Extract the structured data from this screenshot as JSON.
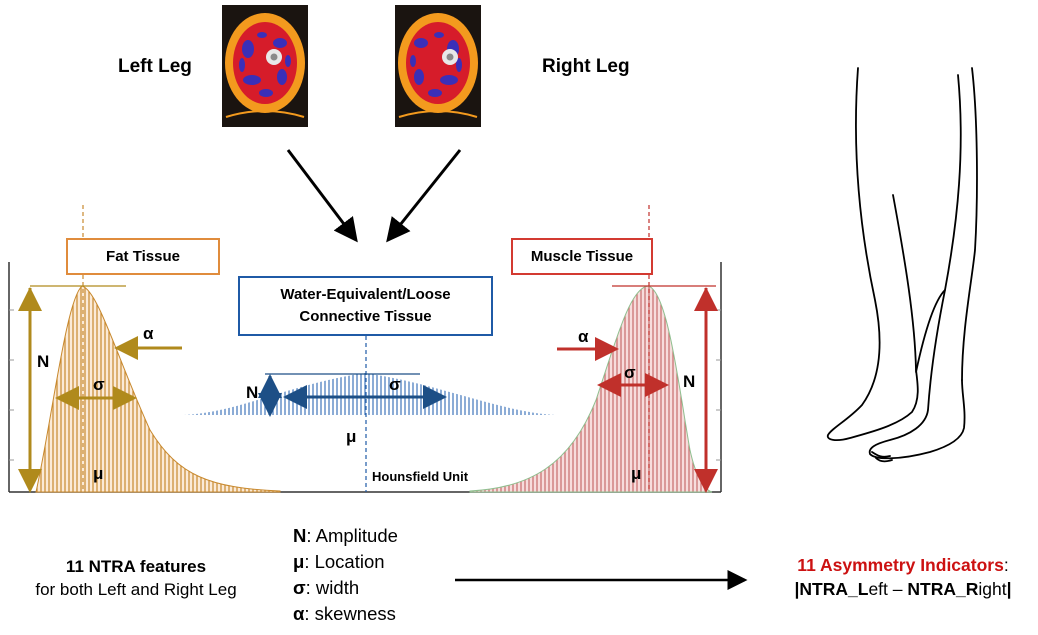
{
  "scans": {
    "left_label": "Left Leg",
    "right_label": "Right Leg"
  },
  "boxes": {
    "fat": "Fat Tissue",
    "water_line1": "Water-Equivalent/Loose",
    "water_line2": "Connective Tissue",
    "muscle": "Muscle Tissue"
  },
  "fat_curve": {
    "n": "N",
    "sigma": "σ",
    "alpha": "α",
    "mu": "μ"
  },
  "water_curve": {
    "n": "N",
    "sigma": "σ",
    "mu": "μ"
  },
  "muscle_curve": {
    "n": "N",
    "sigma": "σ",
    "alpha": "α",
    "mu": "μ"
  },
  "axis_label": "Hounsfield Unit",
  "legend": [
    {
      "symbol": "N",
      "text": ": Amplitude"
    },
    {
      "symbol": "μ",
      "text": ": Location"
    },
    {
      "symbol": "σ",
      "text": ": width"
    },
    {
      "symbol": "α",
      "text": ": skewness"
    }
  ],
  "features": {
    "title": "11 NTRA features",
    "subtitle": "for both Left and Right Leg"
  },
  "indicators": {
    "title": "11 Asymmetry Indicators",
    "colon": ":",
    "bar_open": "|",
    "left_bold": "NTRA_L",
    "left_rest": "eft – ",
    "right_bold": "NTRA_R",
    "right_rest": "ight",
    "bar_close": "|"
  },
  "colors": {
    "fat": "#c8892e",
    "fat_arrow": "#b08a1c",
    "water": "#1f5aa6",
    "water_dark": "#1d4f86",
    "muscle": "#c0302b",
    "indicator_title": "#cc1111"
  }
}
